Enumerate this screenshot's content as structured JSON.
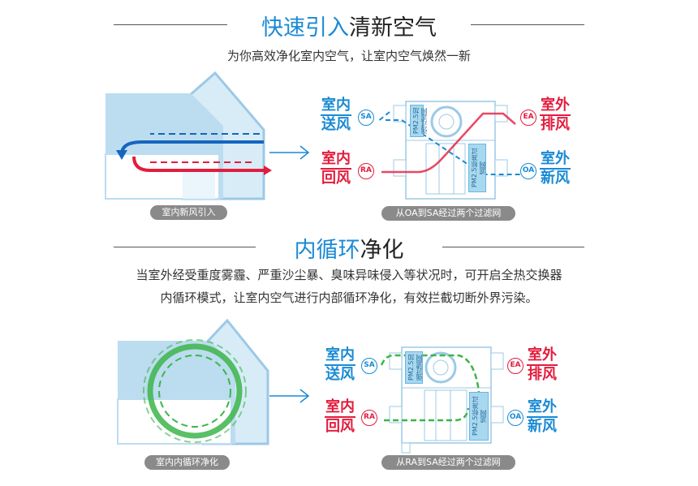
{
  "section1": {
    "title_highlight": "快速引入",
    "title_rest": "清新空气",
    "subtitle": "为你高效净化室内空气，让室内空气焕然一新",
    "house_caption": "室内新风引入",
    "unit_caption": "从OA到SA经过两个过滤网"
  },
  "section2": {
    "title_highlight": "内循环",
    "title_rest": "净化",
    "paragraph_line1": "当室外经受重度雾霾、严重沙尘暴、臭味异味侵入等状况时，可开启全热交换器",
    "paragraph_line2": "内循环模式，让室内空气进行内部循环净化，有效拦截切断外界污染。",
    "house_caption": "室内内循环净化",
    "unit_caption": "从RA到SA经过两个过滤网"
  },
  "unit": {
    "sa_label": [
      "室内",
      "送风"
    ],
    "sa_code": "SA",
    "ra_label": [
      "室内",
      "回风"
    ],
    "ra_code": "RA",
    "ea_label": [
      "室外",
      "排风"
    ],
    "ea_code": "EA",
    "oa_label": [
      "室外",
      "新风"
    ],
    "oa_code": "OA",
    "filter_strong": "PM2.5加强过滤网",
    "filter_standard": "PM2.5标准过滤网"
  },
  "colors": {
    "blue": "#1a8ad4",
    "red": "#e31c3d",
    "green": "#3cb54a",
    "house": "#9cc9e6"
  }
}
